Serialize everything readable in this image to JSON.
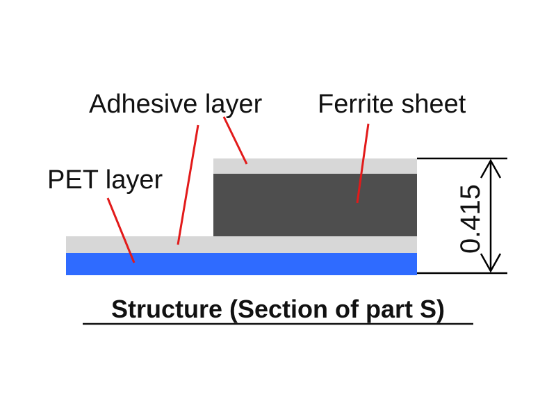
{
  "labels": {
    "adhesive_layer": "Adhesive layer",
    "ferrite_sheet": "Ferrite sheet",
    "pet_layer": "PET layer"
  },
  "dimension": {
    "thickness": "0.415"
  },
  "caption": "Structure (Section of part S)",
  "colors": {
    "pet_layer": "#2f6bff",
    "adhesive_layer": "#d7d7d7",
    "ferrite_sheet": "#4e4e4e",
    "leader_line": "#e21a1a",
    "dimension_line": "#000000",
    "text": "#111111"
  }
}
